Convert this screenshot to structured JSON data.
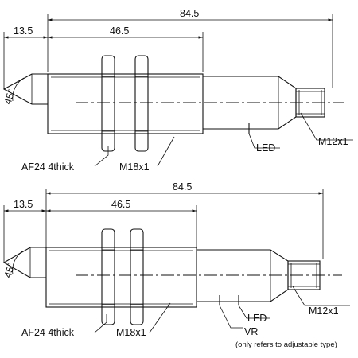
{
  "drawings": [
    {
      "dim_total": "84.5",
      "dim_left": "13.5",
      "dim_mid": "46.5",
      "angle": "45°",
      "label_af": "AF24 4thick",
      "label_thread": "M18x1",
      "label_led": "LED",
      "label_connector": "M12x1"
    },
    {
      "dim_total": "84.5",
      "dim_left": "13.5",
      "dim_mid": "46.5",
      "angle": "45°",
      "label_af": "AF24 4thick",
      "label_thread": "M18x1",
      "label_led": "LED",
      "label_connector": "M12x1",
      "label_vr": "VR",
      "label_vr_note": "(only refers to adjustable type)"
    }
  ]
}
